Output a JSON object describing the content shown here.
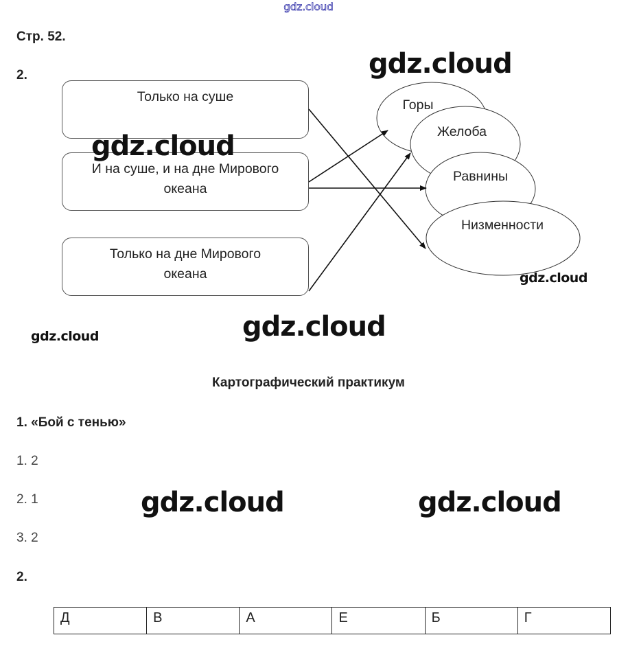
{
  "header": {
    "site_watermark": "gdz.cloud",
    "page_label": "Стр. 52."
  },
  "task2": {
    "number": "2.",
    "categories": [
      {
        "lines": [
          "Только на суше"
        ]
      },
      {
        "lines": [
          "И на суше, и на дне Мирового",
          "океана"
        ]
      },
      {
        "lines": [
          "Только на дне Мирового",
          "океана"
        ]
      }
    ],
    "landforms": [
      "Горы",
      "Желоба",
      "Равнины",
      "Низменности"
    ],
    "connections": [
      {
        "from": "Только на суше",
        "to": "Низменности"
      },
      {
        "from": "И на суше, и на дне Мирового океана",
        "to": "Горы"
      },
      {
        "from": "И на суше, и на дне Мирового океана",
        "to": "Равнины"
      },
      {
        "from": "Только на дне Мирового океана",
        "to": "Желоба"
      }
    ]
  },
  "watermarks": [
    "gdz.cloud",
    "gdz.cloud",
    "gdz.cloud",
    "gdz.cloud",
    "gdz.cloud",
    "gdz.cloud",
    "gdz.cloud"
  ],
  "practicum": {
    "title": "Картографический практикум",
    "task1": {
      "title": "1. «Бой с тенью»",
      "answers": [
        "1. 2",
        "2. 1",
        "3. 2"
      ]
    },
    "task2": {
      "title": "2.",
      "table": [
        "Д",
        "В",
        "А",
        "Е",
        "Б",
        "Г"
      ]
    }
  }
}
